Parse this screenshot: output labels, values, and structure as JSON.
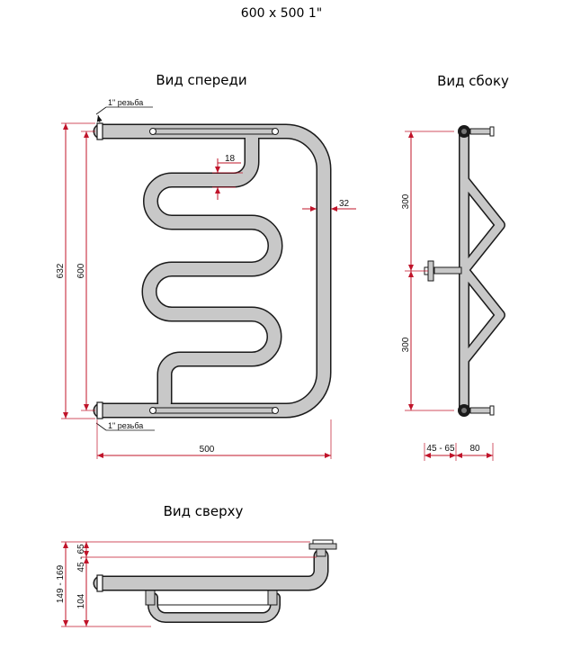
{
  "title": "600 x 500 1\"",
  "colors": {
    "dimension": "#c0142a",
    "pipe_fill": "#c8c8c8",
    "pipe_outline": "#1a1a1a"
  },
  "front_view": {
    "title": "Вид спереди",
    "thread_top": "1\" резьба",
    "thread_bottom": "1\" резьба",
    "dim_total_height": "632",
    "dim_connection_height": "600",
    "dim_bend": "18",
    "dim_pipe": "32",
    "dim_width": "500"
  },
  "side_view": {
    "title": "Вид сбоку",
    "dim_upper": "300",
    "dim_lower": "300",
    "dim_wall": "45 - 65",
    "dim_depth": "80"
  },
  "top_view": {
    "title": "Вид сверху",
    "dim_overall": "149 - 169",
    "dim_wall": "45 - 65",
    "dim_pipe_offset": "104"
  }
}
